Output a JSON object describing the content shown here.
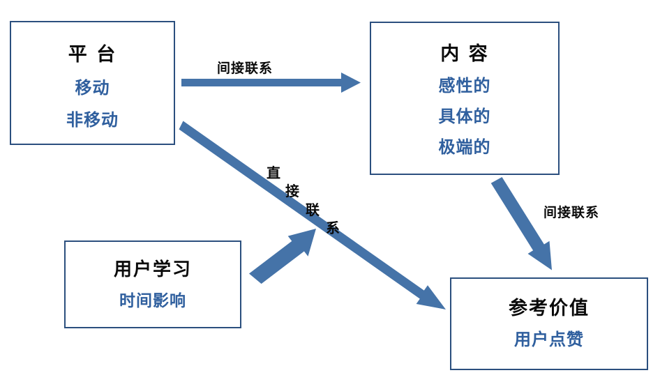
{
  "diagram": {
    "title": "",
    "colors": {
      "box_border": "#2b4f7e",
      "arrow": "#4573a8",
      "heading_text": "#0a0a0a",
      "sub_text": "#2f5f9e",
      "background": "#ffffff"
    },
    "nodes": [
      {
        "id": "platform",
        "title": "平 台",
        "items": [
          "移动",
          "非移动"
        ]
      },
      {
        "id": "content",
        "title": "内 容",
        "items": [
          "感性的",
          "具体的",
          "极端的"
        ]
      },
      {
        "id": "reference",
        "title": "参考价值",
        "items": [
          "用户点赞"
        ]
      },
      {
        "id": "learning",
        "title": "用户学习",
        "items": [
          "时间影响"
        ]
      }
    ],
    "edges": [
      {
        "id": "platform-to-content",
        "label": "间接联系",
        "from": "platform",
        "to": "content",
        "style": "horizontal-arrow"
      },
      {
        "id": "platform-to-reference",
        "label": "直接联系",
        "label_chars": [
          "直",
          "接",
          "联",
          "系"
        ],
        "from": "platform",
        "to": "reference",
        "style": "diagonal-arrow"
      },
      {
        "id": "content-to-reference",
        "label": "间接联系",
        "from": "content",
        "to": "reference",
        "style": "diagonal-arrow"
      },
      {
        "id": "learning-to-direct-edge",
        "label": "",
        "from": "learning",
        "to": "platform-to-reference",
        "style": "diagonal-arrow"
      }
    ]
  }
}
